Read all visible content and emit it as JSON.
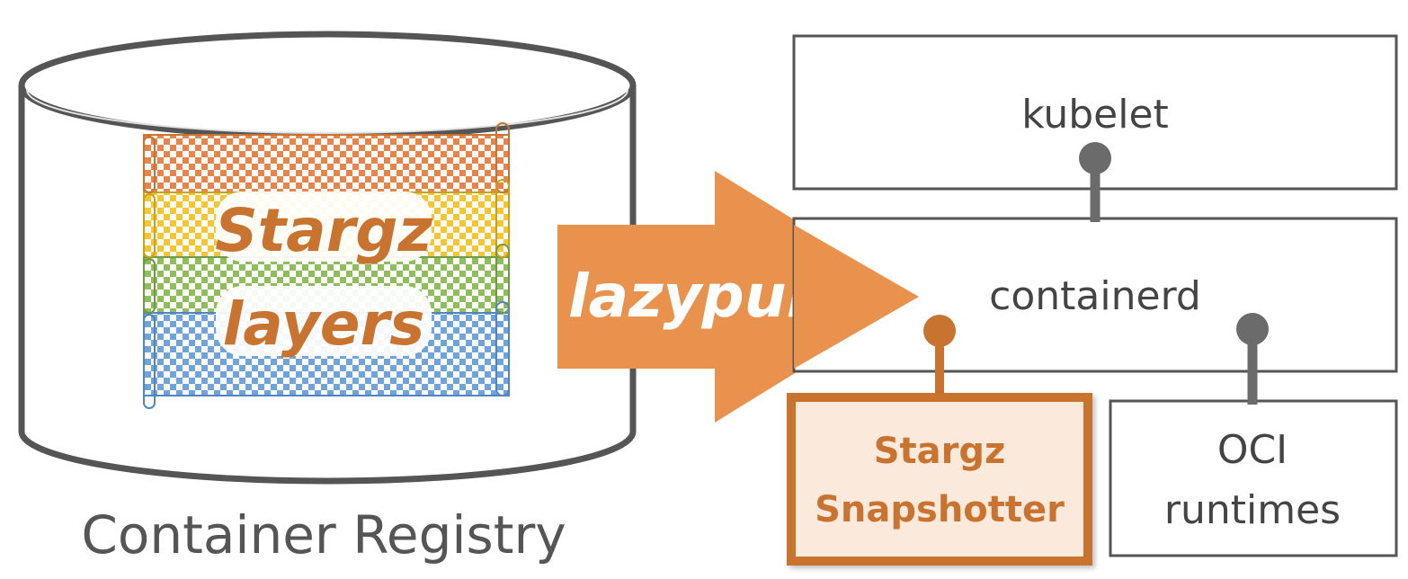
{
  "registry": {
    "label": "Container Registry",
    "layers_title_line1": "Stargz",
    "layers_title_line2": "layers",
    "layer_colors": [
      "#E8834A",
      "#F5C630",
      "#8DBE5A",
      "#6FA3DC"
    ]
  },
  "arrow": {
    "label": "lazypull",
    "color": "#E8924E"
  },
  "components": {
    "kubelet": "kubelet",
    "containerd": "containerd",
    "snapshotter_line1": "Stargz",
    "snapshotter_line2": "Snapshotter",
    "oci_line1": "OCI",
    "oci_line2": "runtimes"
  },
  "colors": {
    "accent": "#C8732F",
    "accent_fill": "#FBE9DC",
    "connector": "#6B6B6B",
    "box_border": "#555555",
    "text": "#404040"
  }
}
